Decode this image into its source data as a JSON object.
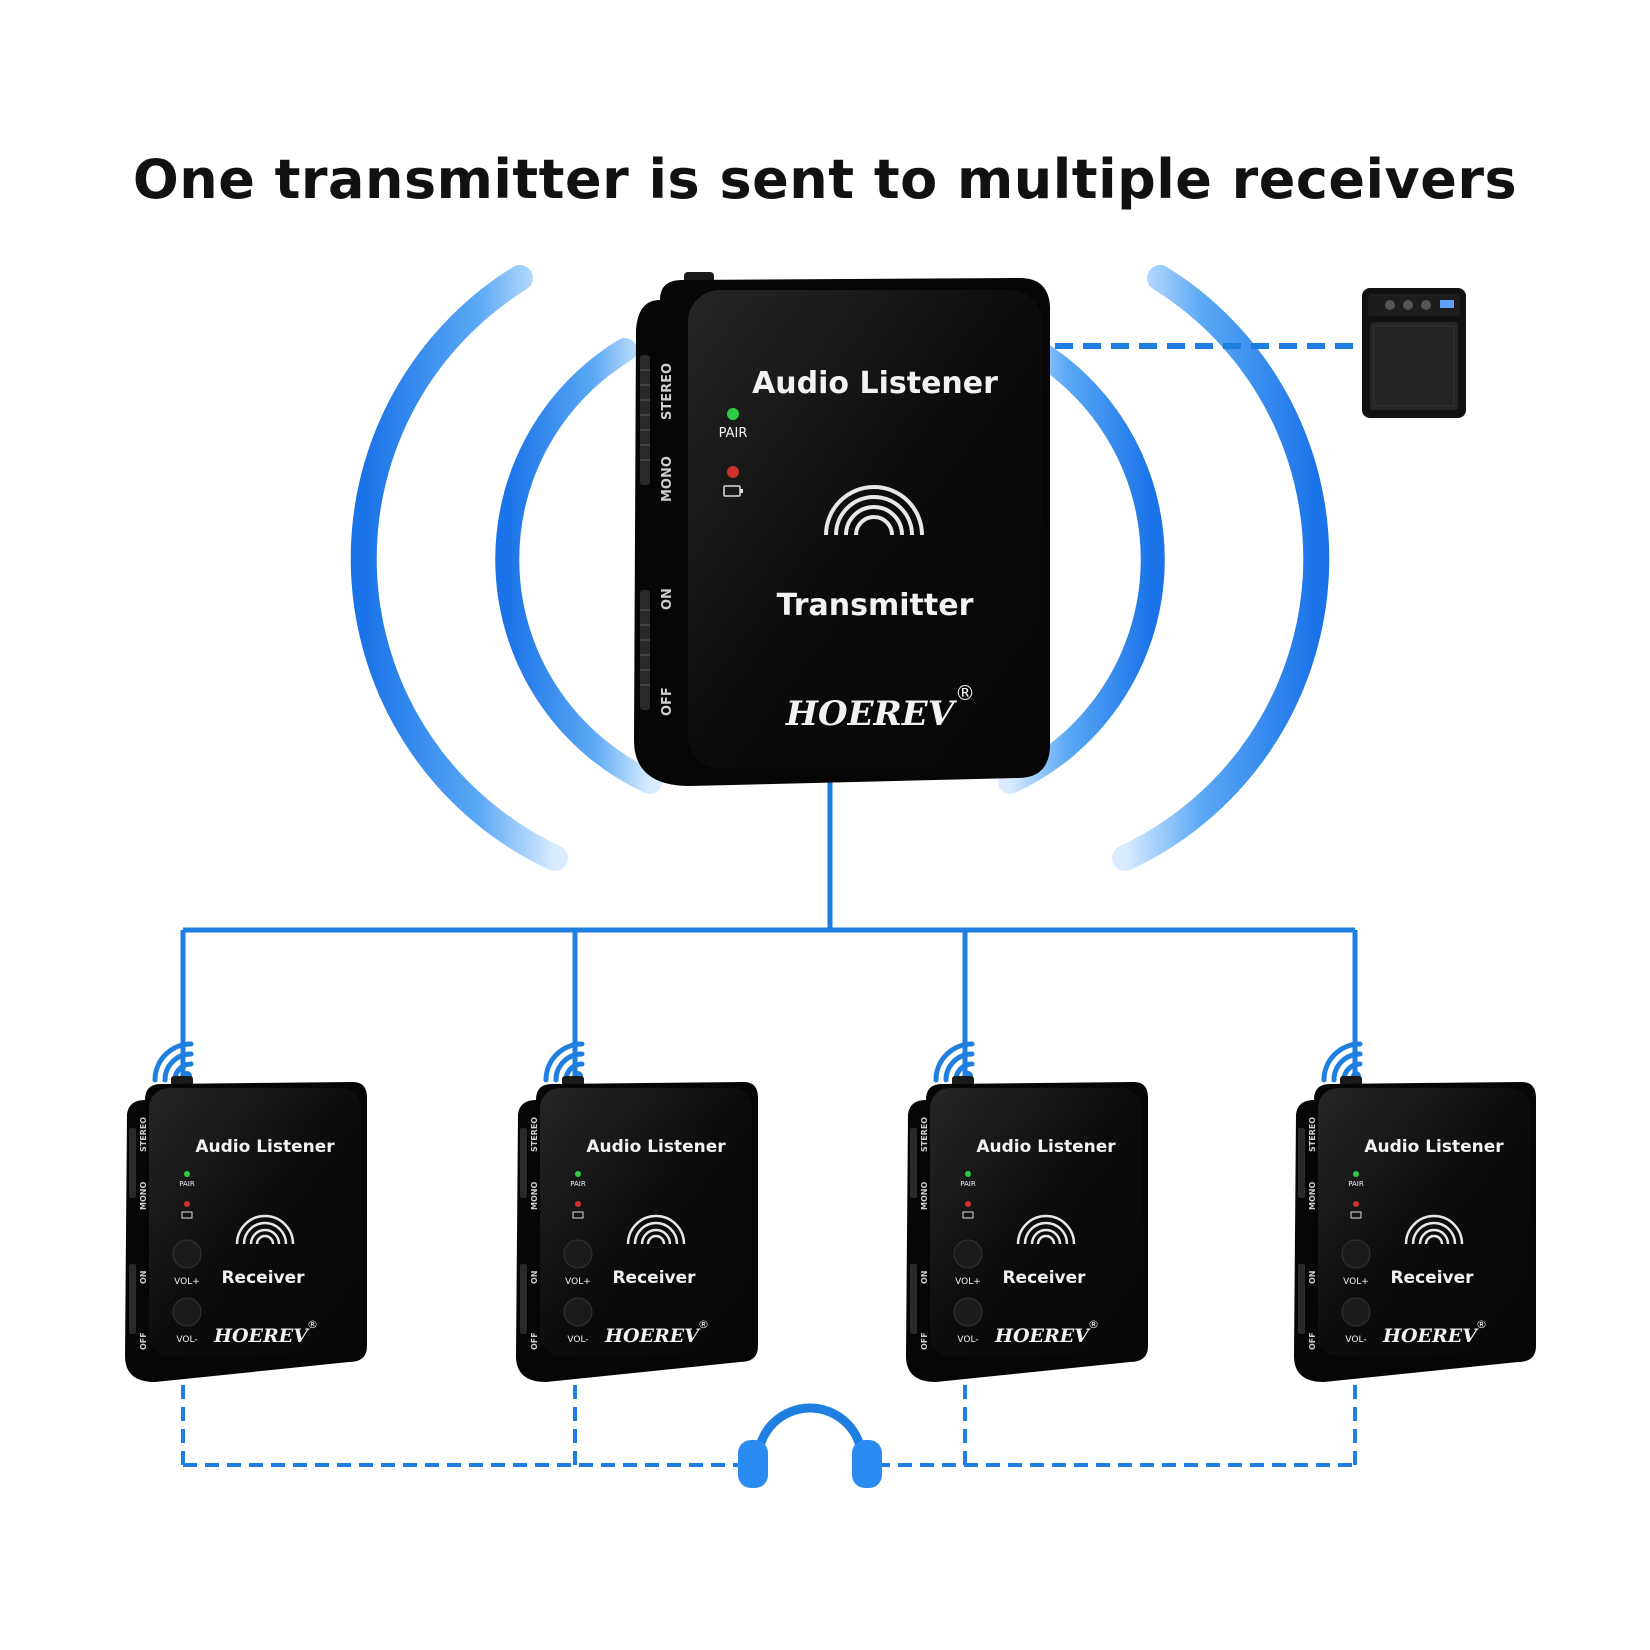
{
  "title": "One transmitter is sent to multiple receivers",
  "colors": {
    "line_blue": "#1e7fe0",
    "wave_blue": "#2f86e8",
    "device_body": "#0d0d0d",
    "led_green": "#2ecc40",
    "led_red": "#d0312d"
  },
  "transmitter": {
    "header": "Audio Listener",
    "label": "Transmitter",
    "brand": "HOEREV",
    "registered": "®",
    "pair_label": "PAIR",
    "switch_top_a": "STEREO",
    "switch_top_b": "MONO",
    "switch_bottom_a": "ON",
    "switch_bottom_b": "OFF",
    "icon": "wireless-arc-icon"
  },
  "receivers": [
    {
      "header": "Audio Listener",
      "label": "Receiver",
      "brand": "HOEREV",
      "registered": "®",
      "pair_label": "PAIR",
      "vol_up": "VOL+",
      "vol_down": "VOL-",
      "switch_top_a": "STEREO",
      "switch_top_b": "MONO",
      "switch_bottom_a": "ON",
      "switch_bottom_b": "OFF"
    },
    {
      "header": "Audio Listener",
      "label": "Receiver",
      "brand": "HOEREV",
      "registered": "®",
      "pair_label": "PAIR",
      "vol_up": "VOL+",
      "vol_down": "VOL-",
      "switch_top_a": "STEREO",
      "switch_top_b": "MONO",
      "switch_bottom_a": "ON",
      "switch_bottom_b": "OFF"
    },
    {
      "header": "Audio Listener",
      "label": "Receiver",
      "brand": "HOEREV",
      "registered": "®",
      "pair_label": "PAIR",
      "vol_up": "VOL+",
      "vol_down": "VOL-",
      "switch_top_a": "STEREO",
      "switch_top_b": "MONO",
      "switch_bottom_a": "ON",
      "switch_bottom_b": "OFF"
    },
    {
      "header": "Audio Listener",
      "label": "Receiver",
      "brand": "HOEREV",
      "registered": "®",
      "pair_label": "PAIR",
      "vol_up": "VOL+",
      "vol_down": "VOL-",
      "switch_top_a": "STEREO",
      "switch_top_b": "MONO",
      "switch_bottom_a": "ON",
      "switch_bottom_b": "OFF"
    }
  ],
  "icons": {
    "amplifier": "amplifier-icon",
    "headphones": "headphones-icon",
    "signal": "wifi-signal-icon"
  }
}
